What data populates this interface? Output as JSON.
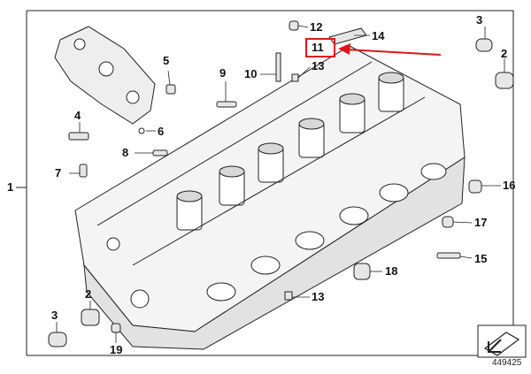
{
  "diagram": {
    "callouts": [
      {
        "id": "1"
      },
      {
        "id": "2a",
        "text": "2"
      },
      {
        "id": "2b",
        "text": "2"
      },
      {
        "id": "3a",
        "text": "3"
      },
      {
        "id": "3b",
        "text": "3"
      },
      {
        "id": "4",
        "text": "4"
      },
      {
        "id": "5",
        "text": "5"
      },
      {
        "id": "6",
        "text": "6"
      },
      {
        "id": "7",
        "text": "7"
      },
      {
        "id": "8",
        "text": "8"
      },
      {
        "id": "9",
        "text": "9"
      },
      {
        "id": "10",
        "text": "10"
      },
      {
        "id": "11",
        "text": "11"
      },
      {
        "id": "12",
        "text": "12"
      },
      {
        "id": "13a",
        "text": "13"
      },
      {
        "id": "13b",
        "text": "13"
      },
      {
        "id": "14",
        "text": "14"
      },
      {
        "id": "15",
        "text": "15"
      },
      {
        "id": "16",
        "text": "16"
      },
      {
        "id": "17",
        "text": "17"
      },
      {
        "id": "18",
        "text": "18"
      },
      {
        "id": "19",
        "text": "19"
      }
    ],
    "callout_1_text": "1",
    "highlighted_part": "11",
    "highlight_color": "#e0151b",
    "catalog_number": "449425",
    "icon": "exploded-view-icon"
  }
}
